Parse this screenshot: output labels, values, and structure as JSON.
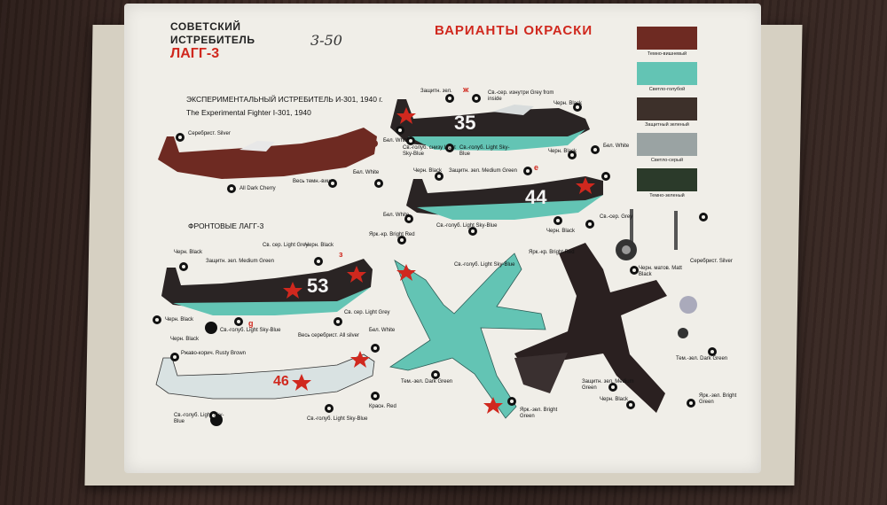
{
  "header": {
    "line1": "СОВЕТСКИЙ",
    "line2": "ИСТРЕБИТЕЛЬ",
    "line3": "ЛАГГ-3",
    "handwritten": "3-50",
    "schemes_title": "ВАРИАНТЫ ОКРАСКИ"
  },
  "sections": {
    "experimental_ru": "ЭКСПЕРИМЕНТАЛЬНЫЙ ИСТРЕБИТЕЛЬ И-301, 1940 г.",
    "experimental_en": "The Experimental Fighter I-301, 1940",
    "front_ru": "ФРОНТОВЫЕ ЛАГГ-3"
  },
  "swatches": [
    {
      "label": "Темно-вишневый",
      "color": "#6e2a22"
    },
    {
      "label": "Светло-голубой",
      "color": "#63c4b4"
    },
    {
      "label": "Защитный зеленый",
      "color": "#3d302a"
    },
    {
      "label": "Светло-серый",
      "color": "#9aa3a3"
    },
    {
      "label": "Темно-зеленый",
      "color": "#2b3a2a"
    }
  ],
  "aircraft_numbers": {
    "top": "35",
    "middle": "44",
    "left": "53",
    "bottom": "46"
  },
  "labels": {
    "silver": "Серебрист. Silver",
    "dark_cherry": "All Dark Cherry",
    "all_dark_cherry_ru": "Весь темн.-вишн.",
    "white": "Бел. White",
    "black": "Черн. Black",
    "grey_inside": "Св.-сер. изнутри Grey from inside",
    "green": "Защитн. зел.",
    "light_sky_blue": "Св.-голуб. снизу Light Sky-Blue",
    "medium_green": "Защитн. зел. Medium Green",
    "light_grey": "Св. сер. Light Grey",
    "rusty_brown": "Ржаво-корич. Rusty Brown",
    "all_silver": "Весь серебрист. All silver",
    "dark_green": "Тем.-зел. Dark Green",
    "bright_red": "Ярк.-кр. Bright Red",
    "red": "Красн. Red",
    "bright_green": "Ярк.-зел. Bright Green",
    "matt_black": "Черн. матов. Matt Black",
    "grey": "Св.-сер. Grey",
    "light_sky_blue_short": "Св.-голуб. Light Sky-Blue"
  },
  "colors": {
    "red": "#d0281e",
    "cherry": "#6e2a22",
    "sky": "#63c4b4",
    "dark": "#2a2020"
  }
}
